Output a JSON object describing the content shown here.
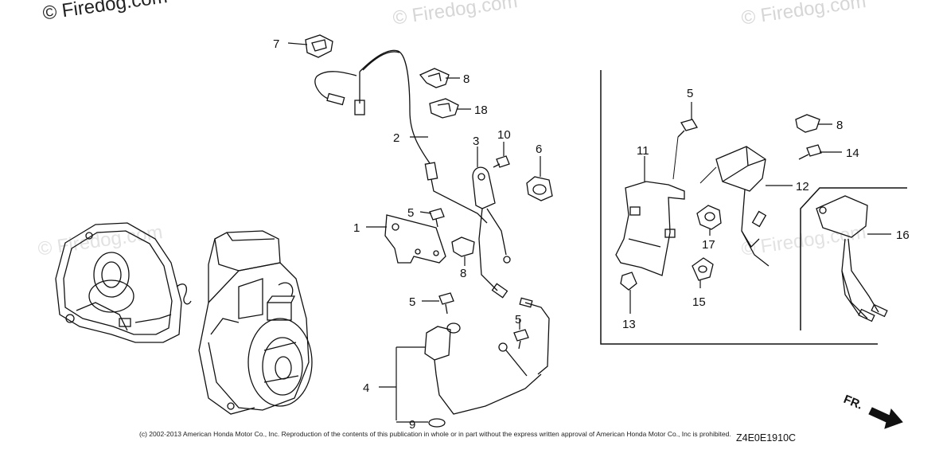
{
  "watermark": {
    "main": "© Firedog.com",
    "faint": "© Firedog.com"
  },
  "callouts": {
    "c1": "1",
    "c2": "2",
    "c3": "3",
    "c4": "4",
    "c5a": "5",
    "c5b": "5",
    "c5c": "5",
    "c5d": "5",
    "c6": "6",
    "c7": "7",
    "c8a": "8",
    "c8b": "8",
    "c8c": "8",
    "c9": "9",
    "c10": "10",
    "c11": "11",
    "c12": "12",
    "c13": "13",
    "c14": "14",
    "c15": "15",
    "c16": "16",
    "c17": "17",
    "c18": "18"
  },
  "footer": {
    "copyright": "(c) 2002-2013 American Honda Motor Co., Inc. Reproduction of the contents of this publication in whole or in part without the express written approval of American Honda Motor Co., Inc is prohibited.",
    "diagram_code": "Z4E0E1910C",
    "front_label": "FR."
  }
}
